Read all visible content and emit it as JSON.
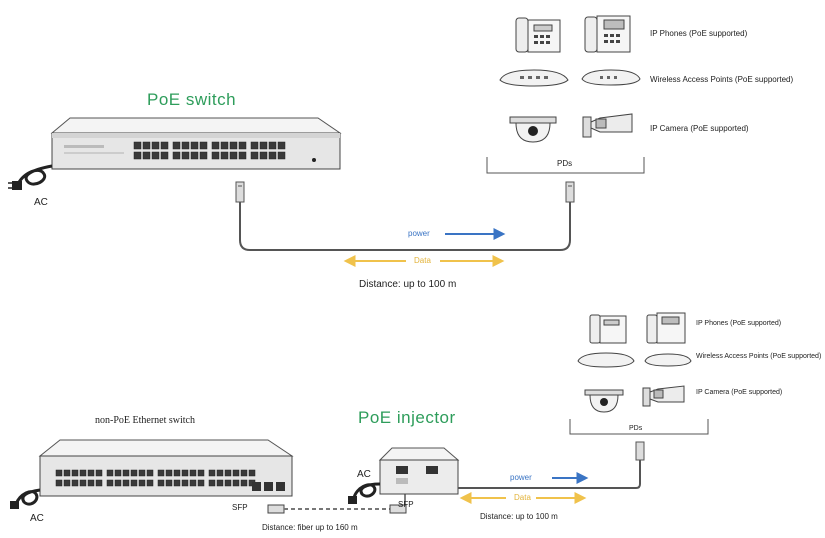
{
  "top": {
    "switch_title": "PoE switch",
    "ac": "AC",
    "power": "power",
    "data": "Data",
    "distance": "Distance: up to 100 m",
    "pds": "PDs",
    "devices": {
      "phones": "IP Phones (PoE supported)",
      "aps": "Wireless Access Points (PoE supported)",
      "camera": "IP Camera (PoE supported)"
    }
  },
  "bottom": {
    "switch_title": "non-PoE Ethernet switch",
    "injector_title": "PoE injector",
    "ac_left": "AC",
    "ac_injector": "AC",
    "sfp_left": "SFP",
    "sfp_right": "SFP",
    "fiber_distance": "Distance: fiber up to 160 m",
    "power": "power",
    "data": "Data",
    "distance": "Distance: up to 100 m",
    "pds": "PDs",
    "devices": {
      "phones": "IP Phones (PoE supported)",
      "aps": "Wireless Access Points (PoE supported)",
      "camera": "IP Camera (PoE supported)"
    }
  },
  "colors": {
    "green": "#2e9d5b",
    "power_blue": "#3a74c4",
    "data_amber": "#f0c24b",
    "cable": "#555555"
  }
}
